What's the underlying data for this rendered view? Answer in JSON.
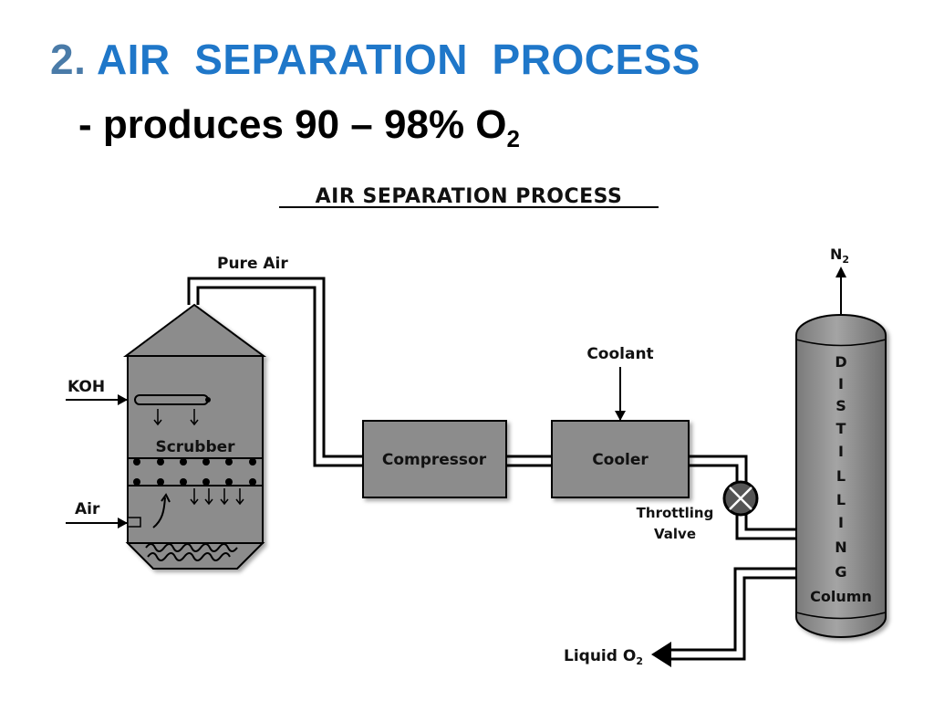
{
  "slide": {
    "title_number": "2.",
    "title_text": " AIR  SEPARATION  PROCESS",
    "subtitle_prefix": "- produces 90 – 98% O",
    "subtitle_sub": "2"
  },
  "diagram": {
    "heading": "AIR SEPARATION PROCESS",
    "labels": {
      "pure_air": "Pure Air",
      "koh": "KOH",
      "air": "Air",
      "scrubber": "Scrubber",
      "compressor": "Compressor",
      "coolant": "Coolant",
      "cooler": "Cooler",
      "throttling_valve_line1": "Throttling",
      "throttling_valve_line2": "Valve",
      "n2_base": "N",
      "n2_sub": "2",
      "liquid_o2_base": "Liquid O",
      "liquid_o2_sub": "2",
      "column_letters": [
        "D",
        "I",
        "S",
        "T",
        "I",
        "L",
        "L",
        "I",
        "N",
        "G"
      ],
      "column_word": "Column"
    },
    "colors": {
      "title_blue": "#1f77c9",
      "equipment_gray": "#8c8c8c",
      "pipe_black": "#000000"
    }
  }
}
